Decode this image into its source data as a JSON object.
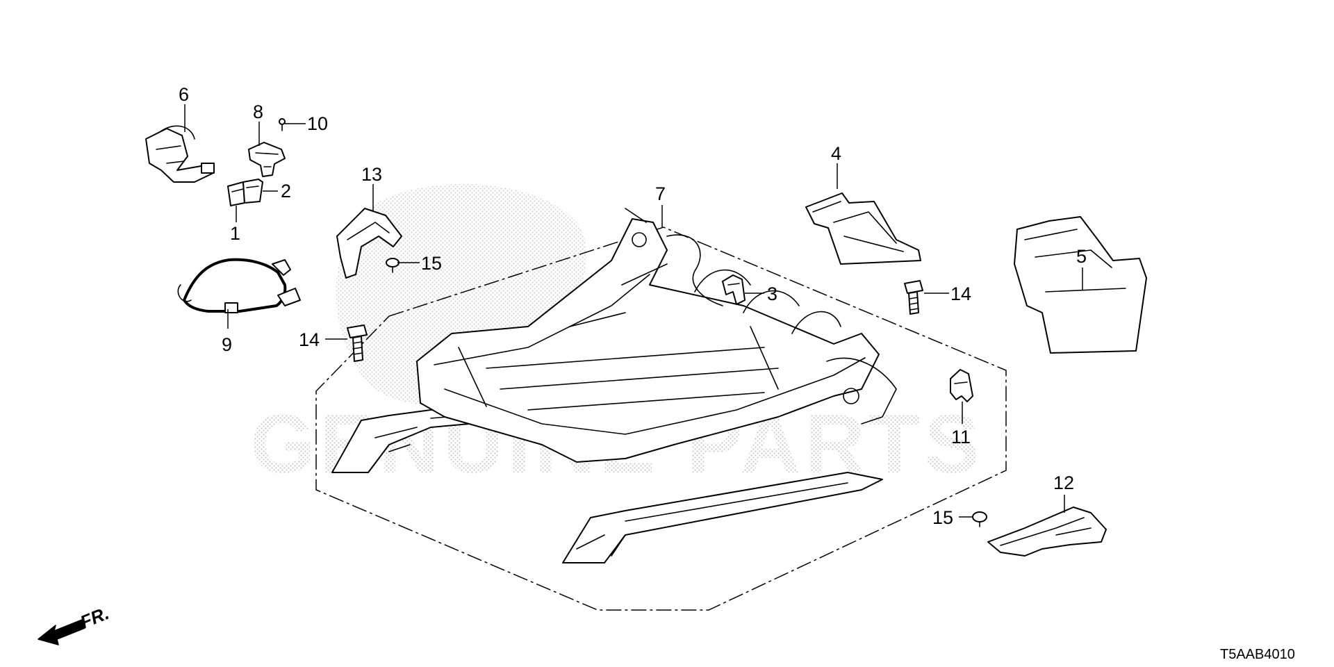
{
  "diagram": {
    "part_labels": [
      "1",
      "2",
      "3",
      "4",
      "5",
      "6",
      "7",
      "8",
      "9",
      "10",
      "11",
      "12",
      "13",
      "14",
      "14",
      "15",
      "15"
    ],
    "direction_label": "FR.",
    "diagram_code": "T5AAB4010",
    "watermark_text": "GENUINE PARTS"
  }
}
